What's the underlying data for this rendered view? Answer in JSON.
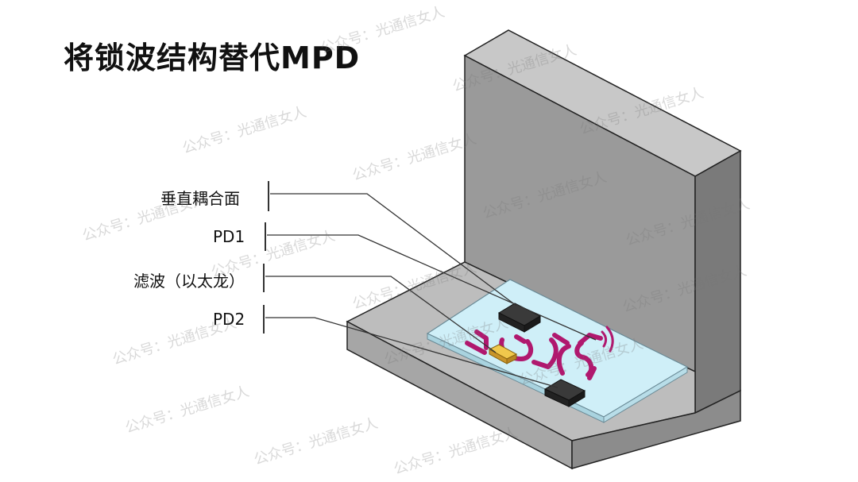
{
  "title": "将锁波结构替代MPD",
  "labels": {
    "coupling_face": "垂直耦合面",
    "pd1": "PD1",
    "filter": "滤波（以太龙）",
    "pd2": "PD2"
  },
  "watermark": "公众号：光通信女人",
  "colors": {
    "wall_front": "#9a9a9a",
    "wall_top": "#c8c8c8",
    "wall_side": "#787878",
    "floor_top": "#bdbdbd",
    "floor_front": "#a3a3a3",
    "chip": "#cfeff8",
    "waveguide": "#b0186e",
    "filter_block": "#e3b63a",
    "pd": "#2e2e2e"
  }
}
